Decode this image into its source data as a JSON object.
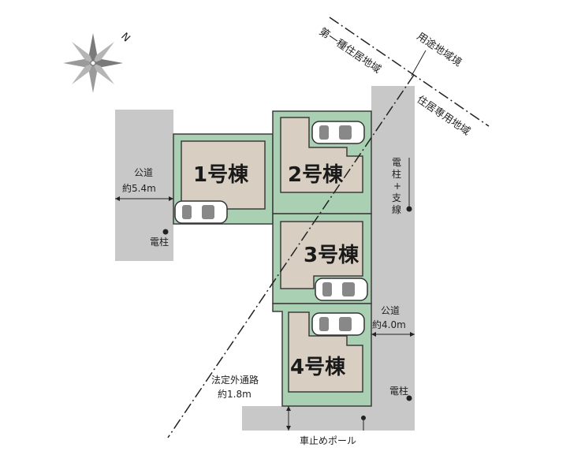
{
  "compass": {
    "north_label": "N"
  },
  "zoning": {
    "boundary_label": "用途地域境",
    "zone_a": "第一種住居地域",
    "zone_b": "住居専用地域"
  },
  "roads": {
    "west": {
      "name": "公道",
      "width": "約5.4m"
    },
    "east": {
      "name": "公道",
      "width": "約4.0m"
    }
  },
  "poles": {
    "west": "電柱",
    "east_top": [
      "電",
      "柱",
      "+",
      "支",
      "線"
    ],
    "east_bottom": "電柱"
  },
  "lots": [
    {
      "label": "1号棟"
    },
    {
      "label": "2号棟"
    },
    {
      "label": "3号棟"
    },
    {
      "label": "4号棟"
    }
  ],
  "passage": {
    "name": "法定外通路",
    "width": "約1.8m"
  },
  "bollard": "車止めポール",
  "colors": {
    "road": "#c8c8c8",
    "lot_green": "#a9d0b3",
    "building": "#d8cfc2",
    "outline": "#3c3c3c"
  }
}
